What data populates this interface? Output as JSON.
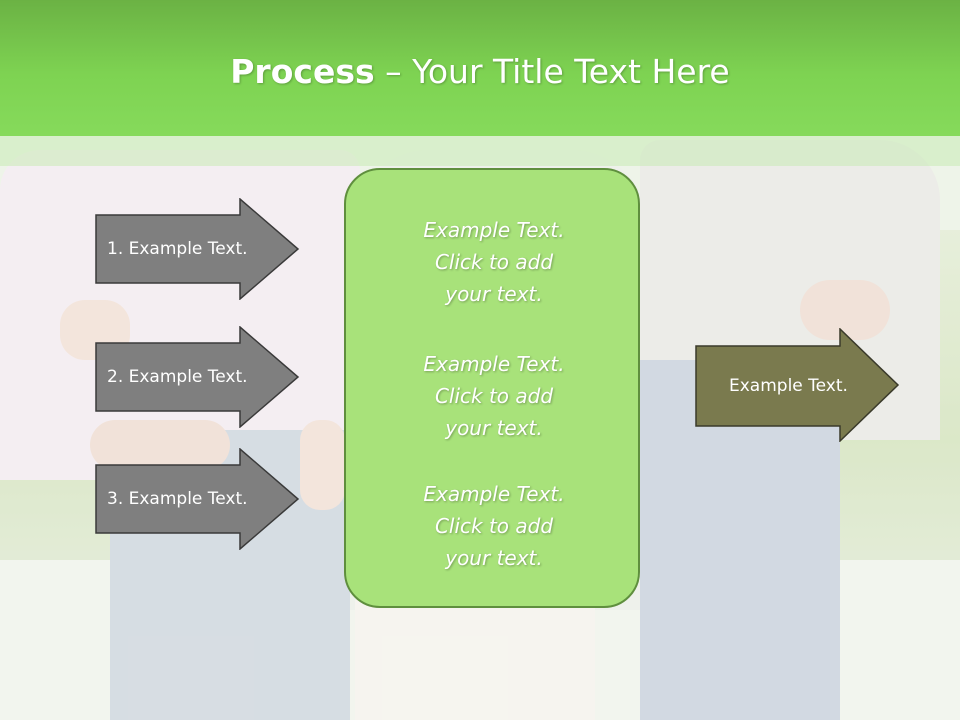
{
  "title": {
    "bold": "Process",
    "rest": " – Your Title Text Here"
  },
  "left_arrows": [
    {
      "label": "1. Example Text."
    },
    {
      "label": "2. Example Text."
    },
    {
      "label": "3. Example Text."
    }
  ],
  "center_blocks": [
    {
      "line1": "Example Text.",
      "line2": "Click  to add",
      "line3": "your text."
    },
    {
      "line1": "Example Text.",
      "line2": "Click  to add",
      "line3": "your text."
    },
    {
      "line1": "Example Text.",
      "line2": "Click  to add",
      "line3": "your text."
    }
  ],
  "right_arrow": {
    "label": "Example Text."
  },
  "colors": {
    "header_green": "#7ed352",
    "center_box_fill": "#a8e27a",
    "left_arrow_fill": "#7f7f7f",
    "right_arrow_fill": "#7a7a4e"
  }
}
